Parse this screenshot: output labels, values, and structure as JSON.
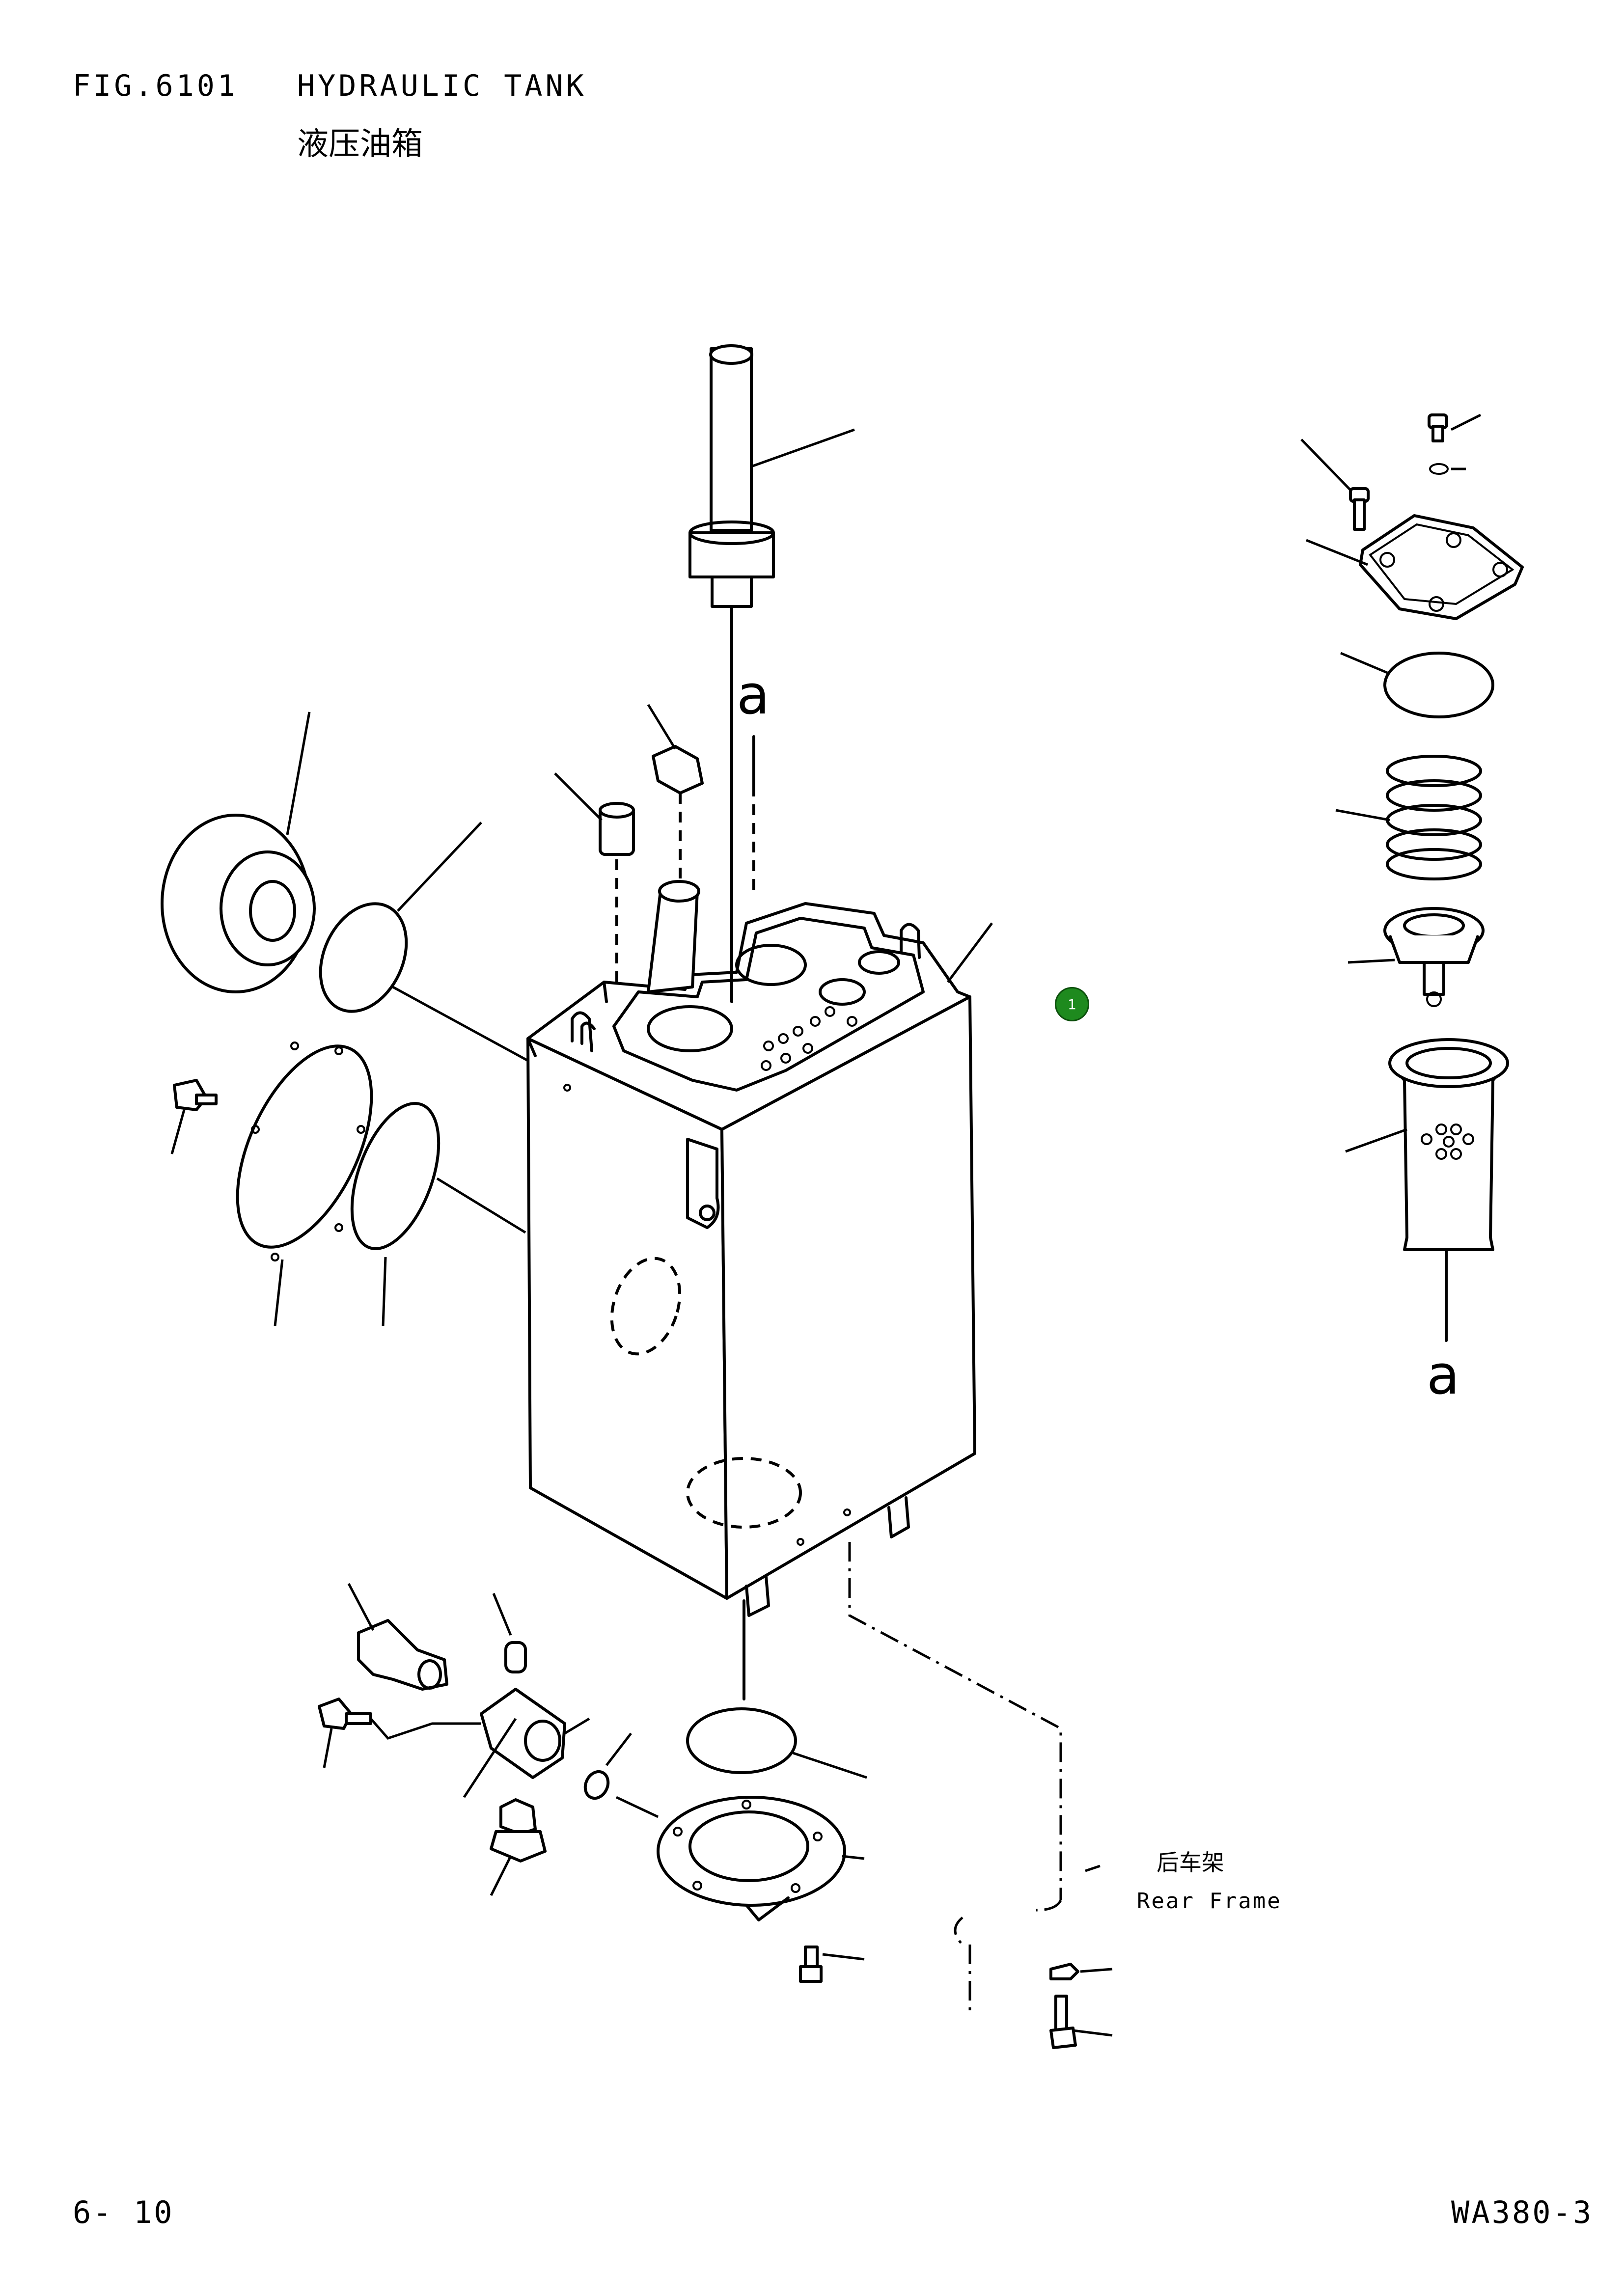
{
  "header": {
    "figure_number": "FIG.6101",
    "title": "HYDRAULIC TANK",
    "title_cn": "液压油箱"
  },
  "callouts": {
    "reference_letter": "a",
    "rear_frame_cn": "后车架",
    "rear_frame_en": "Rear Frame",
    "marker_number": "1",
    "marker_color": "#1e8a1e"
  },
  "footer": {
    "page_number": "6- 10",
    "model": "WA380-3"
  }
}
